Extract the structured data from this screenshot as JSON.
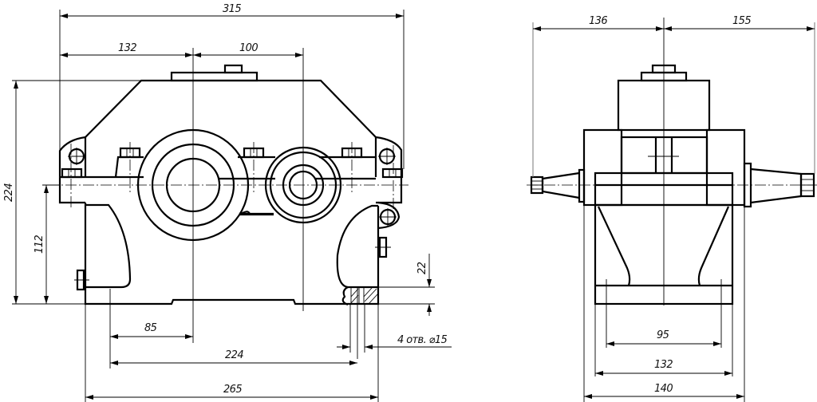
{
  "drawing": {
    "title": "Gear reducer assembly drawing",
    "views": [
      "front-view",
      "side-view"
    ],
    "line_color": "#000000",
    "background": "#ffffff"
  },
  "front_view": {
    "dimensions": {
      "overall_width": "315",
      "input_shaft_offset": "132",
      "center_distance": "100",
      "overall_height": "224",
      "shaft_axis_height": "112",
      "base_thickness": "22",
      "hole_note": "4 отв. ⌀15",
      "shaft_to_hole": "85",
      "hole_spacing": "224",
      "base_length": "265"
    }
  },
  "side_view": {
    "dimensions": {
      "left_shaft_extent": "136",
      "right_shaft_extent": "155",
      "inner_hole_spacing": "95",
      "hole_spacing": "132",
      "base_width": "140"
    }
  }
}
